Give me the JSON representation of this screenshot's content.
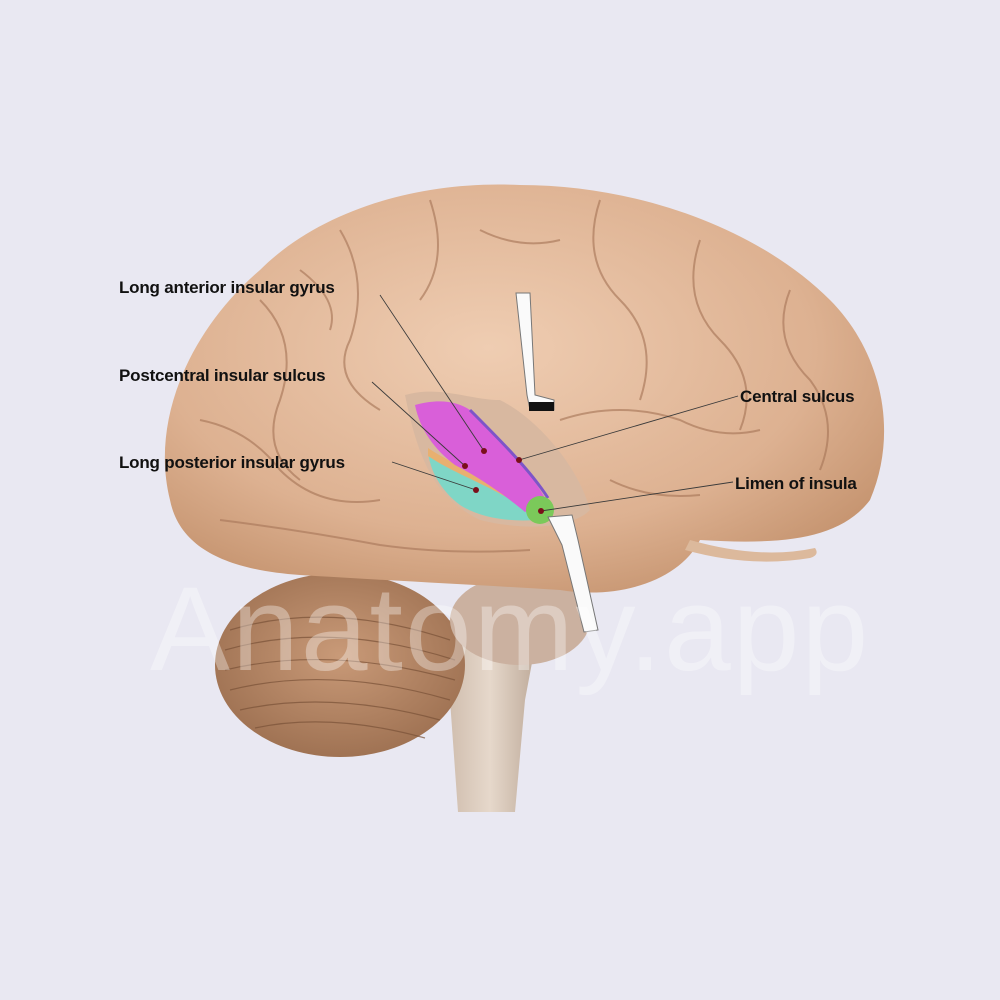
{
  "figure": {
    "subject": "Brain lateral view with insula exposed (retractors)",
    "background_color": "#e9e8f2",
    "watermark": "Anatomy.app",
    "regions": [
      {
        "name": "Long anterior insular gyrus",
        "color": "#d95fd9"
      },
      {
        "name": "Long posterior insular gyrus",
        "color": "#7fd6c6"
      },
      {
        "name": "Limen of insula",
        "color": "#7bc95a"
      },
      {
        "name": "Postcentral insular sulcus",
        "color": "#e8b070"
      }
    ]
  },
  "labels": {
    "long_anterior_insular_gyrus": "Long anterior insular gyrus",
    "postcentral_insular_sulcus": "Postcentral insular sulcus",
    "long_posterior_insular_gyrus": "Long posterior insular gyrus",
    "central_sulcus": "Central sulcus",
    "limen_of_insula": "Limen of insula"
  }
}
